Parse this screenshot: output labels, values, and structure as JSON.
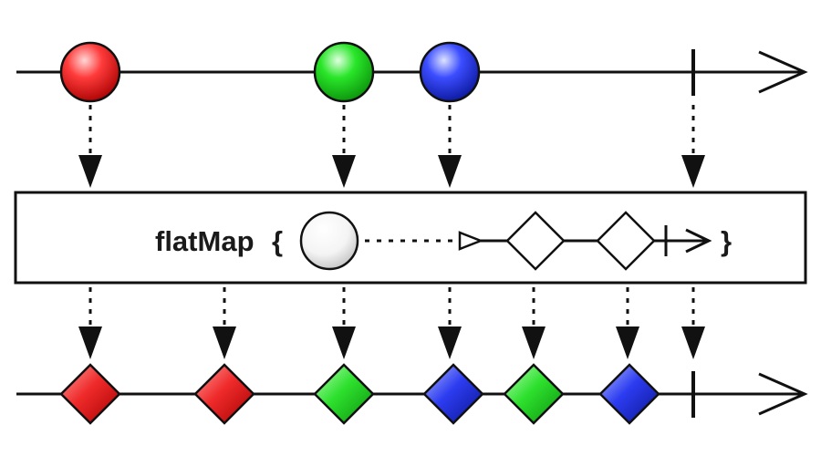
{
  "operator": {
    "name": "flatMap",
    "open_brace": "{",
    "close_brace": "}"
  },
  "colors": {
    "red": "#e01b1b",
    "green": "#1fd11f",
    "blue": "#1f35e0",
    "line": "#111111",
    "box_fill": "#ffffff"
  },
  "source_stream": {
    "items": [
      {
        "color": "red",
        "shape": "circle"
      },
      {
        "color": "green",
        "shape": "circle"
      },
      {
        "color": "blue",
        "shape": "circle"
      }
    ],
    "completes": true
  },
  "result_stream": {
    "items": [
      {
        "color": "red",
        "shape": "diamond"
      },
      {
        "color": "red",
        "shape": "diamond"
      },
      {
        "color": "green",
        "shape": "diamond"
      },
      {
        "color": "blue",
        "shape": "diamond"
      },
      {
        "color": "green",
        "shape": "diamond"
      },
      {
        "color": "blue",
        "shape": "diamond"
      }
    ],
    "completes": true
  },
  "icons": {
    "source_marble": "circle-marble-icon",
    "result_marble": "diamond-marble-icon",
    "completion": "completion-tick-icon",
    "arrowhead": "arrowhead-icon"
  }
}
